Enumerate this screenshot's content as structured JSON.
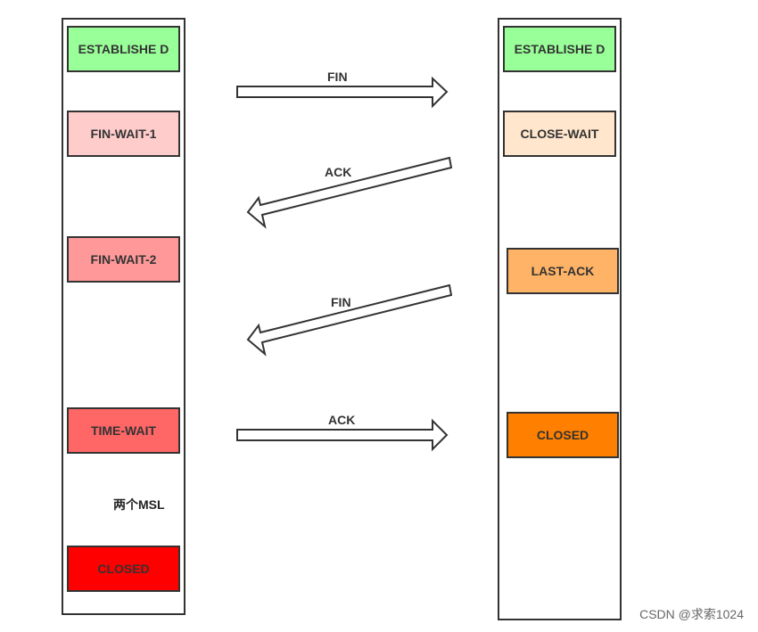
{
  "left_states": [
    {
      "label": "ESTABLISHE D",
      "color": "#99ff99"
    },
    {
      "label": "FIN-WAIT-1",
      "color": "#ffcccc"
    },
    {
      "label": "FIN-WAIT-2",
      "color": "#ff9999"
    },
    {
      "label": "TIME-WAIT",
      "color": "#ff6666"
    },
    {
      "label": "CLOSED",
      "color": "#ff0000"
    }
  ],
  "right_states": [
    {
      "label": "ESTABLISHE D",
      "color": "#99ff99"
    },
    {
      "label": "CLOSE-WAIT",
      "color": "#ffe6cc"
    },
    {
      "label": "LAST-ACK",
      "color": "#ffb366"
    },
    {
      "label": "CLOSED",
      "color": "#ff8000"
    }
  ],
  "messages": [
    {
      "label": "FIN",
      "direction": "left-to-right"
    },
    {
      "label": "ACK",
      "direction": "right-to-left"
    },
    {
      "label": "FIN",
      "direction": "right-to-left"
    },
    {
      "label": "ACK",
      "direction": "left-to-right"
    }
  ],
  "wait_label": "两个MSL",
  "watermark": "CSDN @求索1024"
}
